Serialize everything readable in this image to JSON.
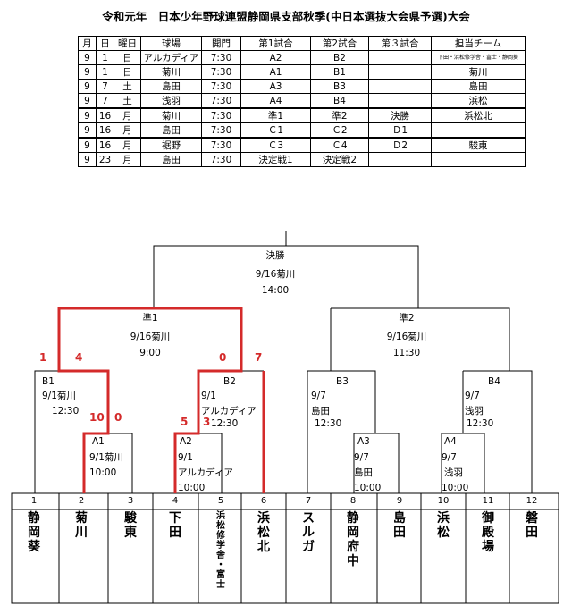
{
  "title": "令和元年　日本少年野球連盟静岡県支部秋季(中日本選抜大会県予選)大会",
  "schedule": {
    "headers": [
      "月",
      "日",
      "曜日",
      "球場",
      "開門",
      "第1試合",
      "第2試合",
      "第３試合",
      "担当チーム"
    ],
    "rows": [
      [
        "9",
        "1",
        "日",
        "アルカディア",
        "7:30",
        "A2",
        "B2",
        "",
        "下田・浜松修学舎・富士・静岡葵"
      ],
      [
        "9",
        "1",
        "日",
        "菊川",
        "7:30",
        "A1",
        "B1",
        "",
        "菊川"
      ],
      [
        "9",
        "7",
        "土",
        "島田",
        "7:30",
        "A3",
        "B3",
        "",
        "島田"
      ],
      [
        "9",
        "7",
        "土",
        "浅羽",
        "7:30",
        "A4",
        "B4",
        "",
        "浜松"
      ],
      [
        "9",
        "16",
        "月",
        "菊川",
        "7:30",
        "準1",
        "準2",
        "決勝",
        "浜松北"
      ],
      [
        "9",
        "16",
        "月",
        "島田",
        "7:30",
        "Ｃ1",
        "Ｃ2",
        "Ｄ1",
        ""
      ],
      [
        "9",
        "16",
        "月",
        "裾野",
        "7:30",
        "Ｃ3",
        "Ｃ4",
        "Ｄ2",
        "駿東"
      ],
      [
        "9",
        "23",
        "月",
        "島田",
        "7:30",
        "決定戦1",
        "決定戦2",
        "",
        ""
      ]
    ]
  },
  "bracket": {
    "final": {
      "name": "決勝",
      "date_venue": "9/16菊川",
      "time": "14:00"
    },
    "semi1": {
      "name": "準1",
      "date_venue": "9/16菊川",
      "time": "9:00"
    },
    "semi2": {
      "name": "準2",
      "date_venue": "9/16菊川",
      "time": "11:30"
    },
    "b1": {
      "name": "B1",
      "date_venue": "9/1菊川",
      "time": "12:30"
    },
    "b2": {
      "name": "B2",
      "date": "9/1",
      "venue": "アルカディア",
      "time": "12:30"
    },
    "b3": {
      "name": "B3",
      "date": "9/7",
      "venue": "島田",
      "time": "12:30"
    },
    "b4": {
      "name": "B4",
      "date": "9/7",
      "venue": "浅羽",
      "time": "12:30"
    },
    "a1": {
      "name": "A1",
      "date_venue": "9/1菊川",
      "time": "10:00"
    },
    "a2": {
      "name": "A2",
      "date": "9/1",
      "venue": "アルカディア",
      "time": "10:00"
    },
    "a3": {
      "name": "A3",
      "date": "9/7",
      "venue": "島田",
      "time": "10:00"
    },
    "a4": {
      "name": "A4",
      "date": "9/7",
      "venue": "浅羽",
      "time": "10:00"
    },
    "scores": {
      "semi1_left": "1",
      "semi1_right": "4",
      "b1_left": "10",
      "b1_right": "0",
      "b2_left": "0",
      "b2_right": "7",
      "a2_left": "5",
      "a2_right": "3"
    },
    "slots": [
      {
        "num": "1",
        "team": "静岡葵"
      },
      {
        "num": "2",
        "team": "菊川"
      },
      {
        "num": "3",
        "team": "駿東"
      },
      {
        "num": "4",
        "team": "下田"
      },
      {
        "num": "5",
        "team": "浜松修学舎・富士"
      },
      {
        "num": "6",
        "team": "浜松北"
      },
      {
        "num": "7",
        "team": "スルガ"
      },
      {
        "num": "8",
        "team": "静岡府中"
      },
      {
        "num": "9",
        "team": "島田"
      },
      {
        "num": "10",
        "team": "浜松"
      },
      {
        "num": "11",
        "team": "御殿場"
      },
      {
        "num": "12",
        "team": "磐田"
      }
    ],
    "colors": {
      "line": "#000000",
      "winner": "#d42a2a"
    }
  }
}
